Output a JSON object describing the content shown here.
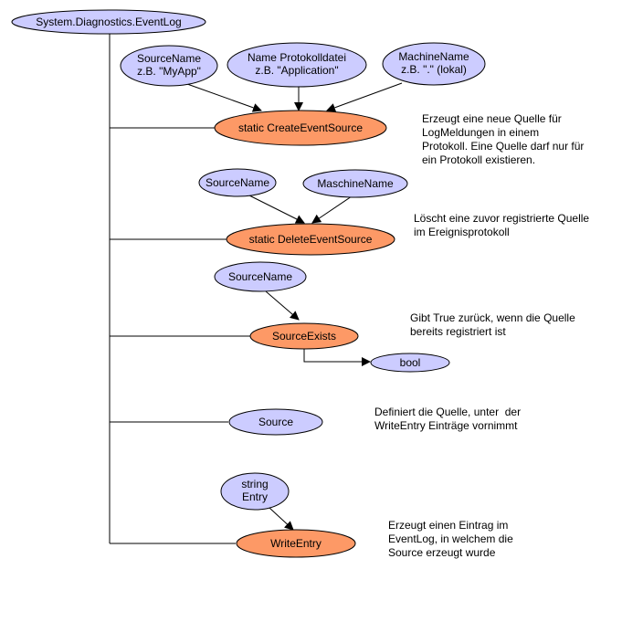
{
  "colors": {
    "param_fill": "#ccccff",
    "method_fill": "#fd9966",
    "stroke": "#000000"
  },
  "root": {
    "label": "System.Diagnostics.EventLog"
  },
  "create_event_source": {
    "label": "static CreateEventSource",
    "params": [
      {
        "lines": [
          "SourceName",
          "z.B. \"MyApp\""
        ]
      },
      {
        "lines": [
          "Name Protokolldatei",
          "z.B. \"Application\""
        ]
      },
      {
        "lines": [
          "MachineName",
          "z.B. \".\" (lokal)"
        ]
      }
    ],
    "description": [
      "Erzeugt eine neue Quelle für",
      "LogMeldungen in einem",
      "Protokoll. Eine Quelle darf nur für",
      "ein Protokoll existieren."
    ]
  },
  "delete_event_source": {
    "label": "static DeleteEventSource",
    "params": [
      {
        "lines": [
          "SourceName"
        ]
      },
      {
        "lines": [
          "MaschineName"
        ]
      }
    ],
    "description": [
      "Löscht eine zuvor registrierte Quelle",
      "im Ereignisprotokoll"
    ]
  },
  "source_exists": {
    "label": "SourceExists",
    "params": [
      {
        "lines": [
          "SourceName"
        ]
      }
    ],
    "returns": "bool",
    "description": [
      "Gibt True zurück, wenn die Quelle",
      "bereits registriert ist"
    ]
  },
  "source": {
    "label": "Source",
    "description": [
      "Definiert die Quelle, unter  der",
      "WriteEntry Einträge vornimmt"
    ]
  },
  "write_entry": {
    "label": "WriteEntry",
    "params": [
      {
        "lines": [
          "string",
          "Entry"
        ]
      }
    ],
    "description": [
      "Erzeugt einen Eintrag im",
      "EventLog, in welchem die",
      "Source erzeugt wurde"
    ]
  }
}
